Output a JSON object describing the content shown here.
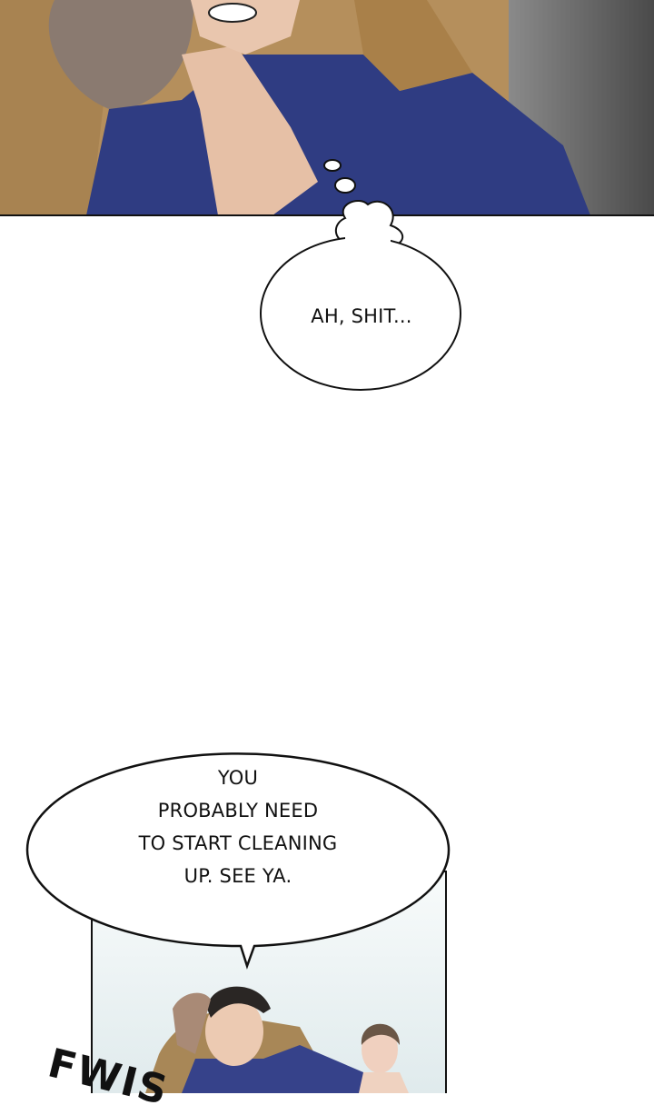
{
  "panels": {
    "top": {
      "description_colors": {
        "jacket": "#9a7645",
        "shirt": "#2e3b7c",
        "skin": "#e8c3aa",
        "bg": "#5a5a5a"
      }
    },
    "bottom": {
      "bg": "#e9f1f2"
    }
  },
  "bubbles": {
    "thought": {
      "text": "AH, SHIT..."
    },
    "speech": {
      "lines": [
        "YOU",
        "PROBABLY NEED",
        "TO START CLEANING",
        "UP.  SEE YA."
      ]
    }
  },
  "sfx": {
    "text": "FWIS"
  }
}
